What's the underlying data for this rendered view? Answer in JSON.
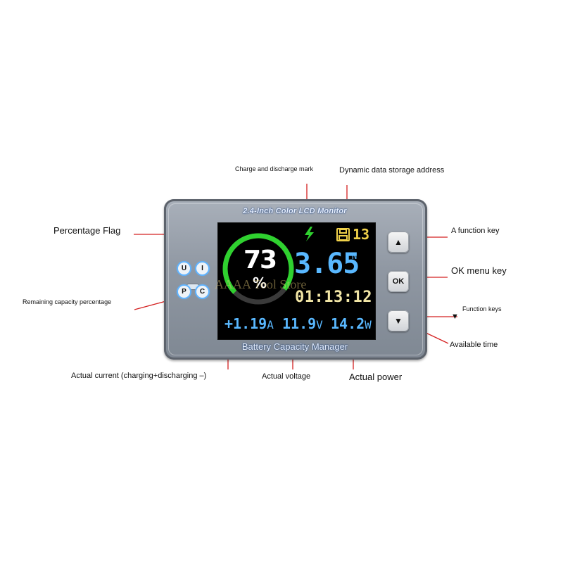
{
  "device": {
    "header": "2.4-Inch Color LCD Monitor",
    "footer": "Battery Capacity Manager"
  },
  "screen": {
    "percentage": {
      "value": "73",
      "sign": "%",
      "fill_fraction": 0.73
    },
    "voltage_main": {
      "value": "3.65",
      "unit": "N"
    },
    "available_time": "01:13:12",
    "storage_address": "13",
    "current": {
      "value": "+1.19",
      "unit": "A"
    },
    "voltage": {
      "value": "11.9",
      "unit": "V"
    },
    "power": {
      "value": "14.2",
      "unit": "W"
    }
  },
  "mode_buttons": {
    "u": "U",
    "i": "I",
    "p": "P",
    "c": "C"
  },
  "keys": {
    "up": "▲",
    "ok": "OK",
    "down": "▼"
  },
  "annotations": {
    "charge_discharge_mark": "Charge and discharge mark",
    "dynamic_storage": "Dynamic data storage address",
    "percentage_flag": "Percentage Flag",
    "a_function_key": "A function key",
    "ok_menu_key": "OK menu key",
    "remaining_capacity": "Remaining capacity percentage",
    "function_keys": "Function keys",
    "function_keys_arrow": "▼",
    "available_time": "Available time",
    "actual_current": "Actual current (charging+discharging –)",
    "actual_voltage": "Actual voltage",
    "actual_power": "Actual power"
  },
  "watermark": "AAAA Tool Store",
  "colors": {
    "ring_green": "#2fd12f",
    "ring_track": "#3a3a3a",
    "value_blue": "#59b8ff",
    "time_yellow": "#f2e6a6",
    "storage_yellow": "#f0d14a",
    "leader_red": "#d42020",
    "bolt_green": "#2fd12f"
  },
  "icons": {
    "charge": "lightning-bolt-icon",
    "storage": "floppy-disk-icon"
  }
}
